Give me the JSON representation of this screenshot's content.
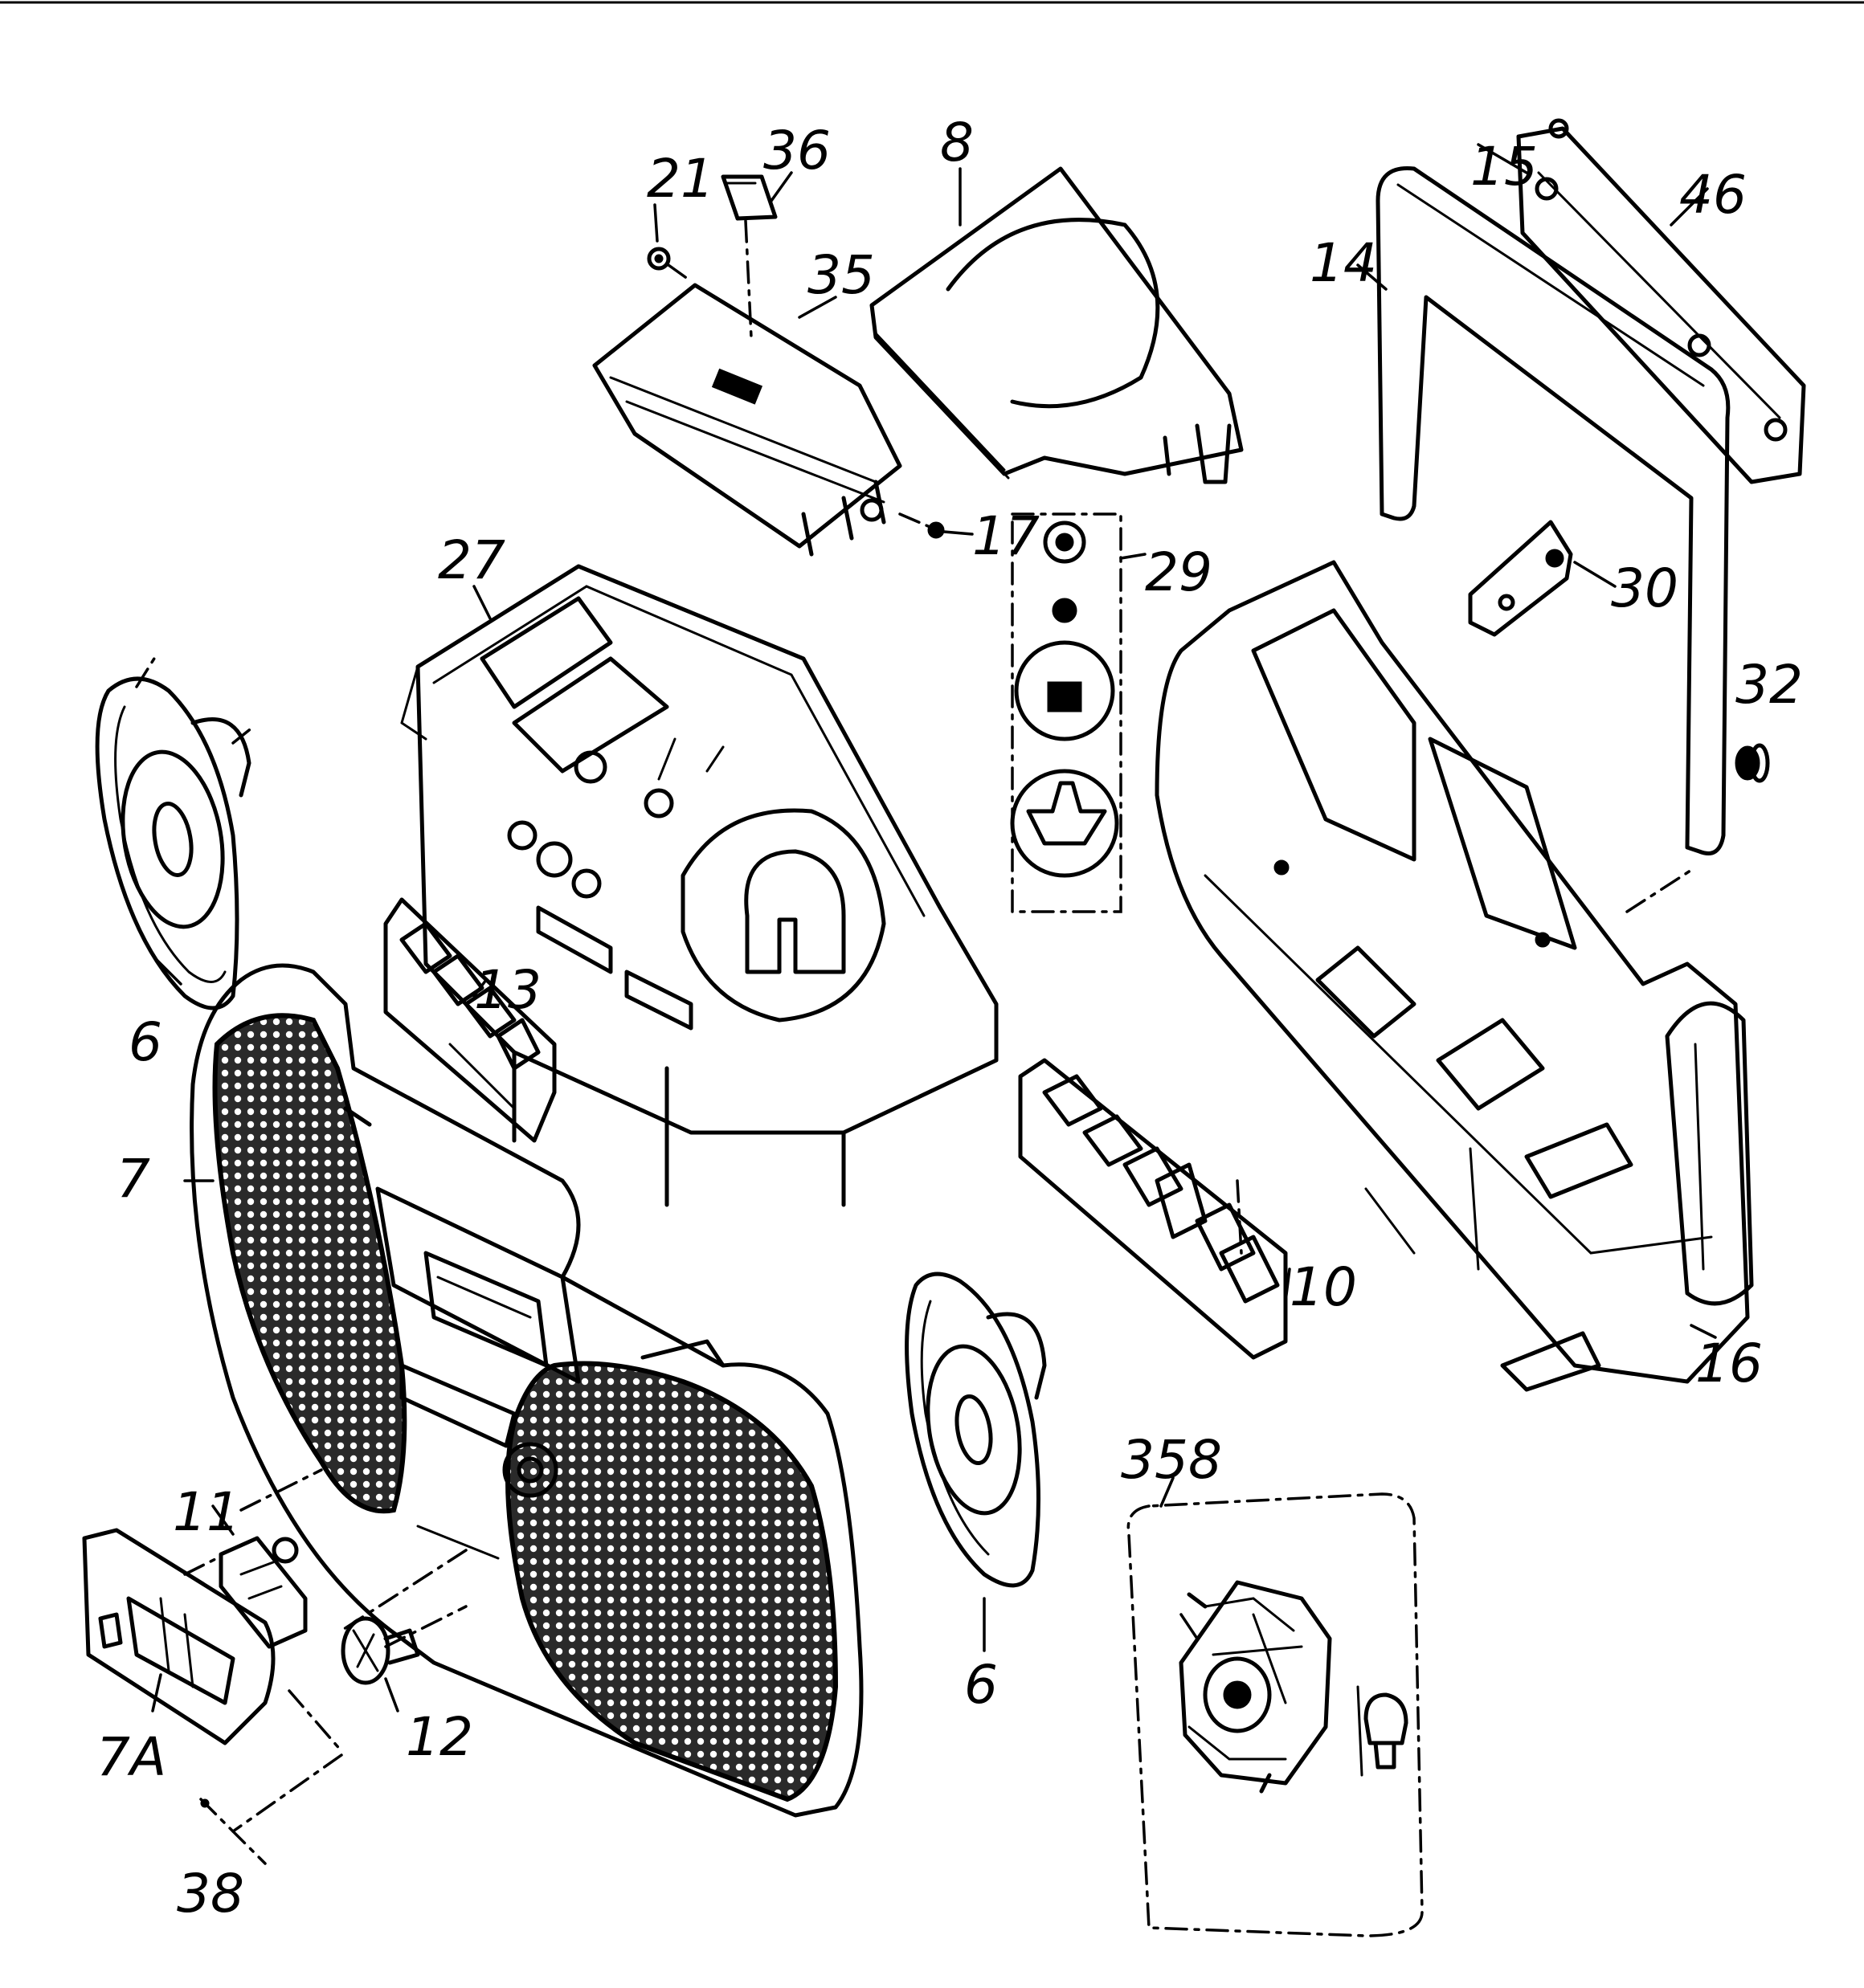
{
  "callouts": [
    {
      "id": "21",
      "text": "21"
    },
    {
      "id": "36",
      "text": "36"
    },
    {
      "id": "8",
      "text": "8"
    },
    {
      "id": "35",
      "text": "35"
    },
    {
      "id": "15",
      "text": "15"
    },
    {
      "id": "46",
      "text": "46"
    },
    {
      "id": "14",
      "text": "14"
    },
    {
      "id": "27",
      "text": "27"
    },
    {
      "id": "17",
      "text": "17"
    },
    {
      "id": "29",
      "text": "29"
    },
    {
      "id": "30",
      "text": "30"
    },
    {
      "id": "32",
      "text": "32"
    },
    {
      "id": "6a",
      "text": "6"
    },
    {
      "id": "13",
      "text": "13"
    },
    {
      "id": "7",
      "text": "7"
    },
    {
      "id": "10",
      "text": "10"
    },
    {
      "id": "16",
      "text": "16"
    },
    {
      "id": "358",
      "text": "358"
    },
    {
      "id": "11",
      "text": "11"
    },
    {
      "id": "6b",
      "text": "6"
    },
    {
      "id": "12",
      "text": "12"
    },
    {
      "id": "7A",
      "text": "7A"
    },
    {
      "id": "38",
      "text": "38"
    }
  ]
}
